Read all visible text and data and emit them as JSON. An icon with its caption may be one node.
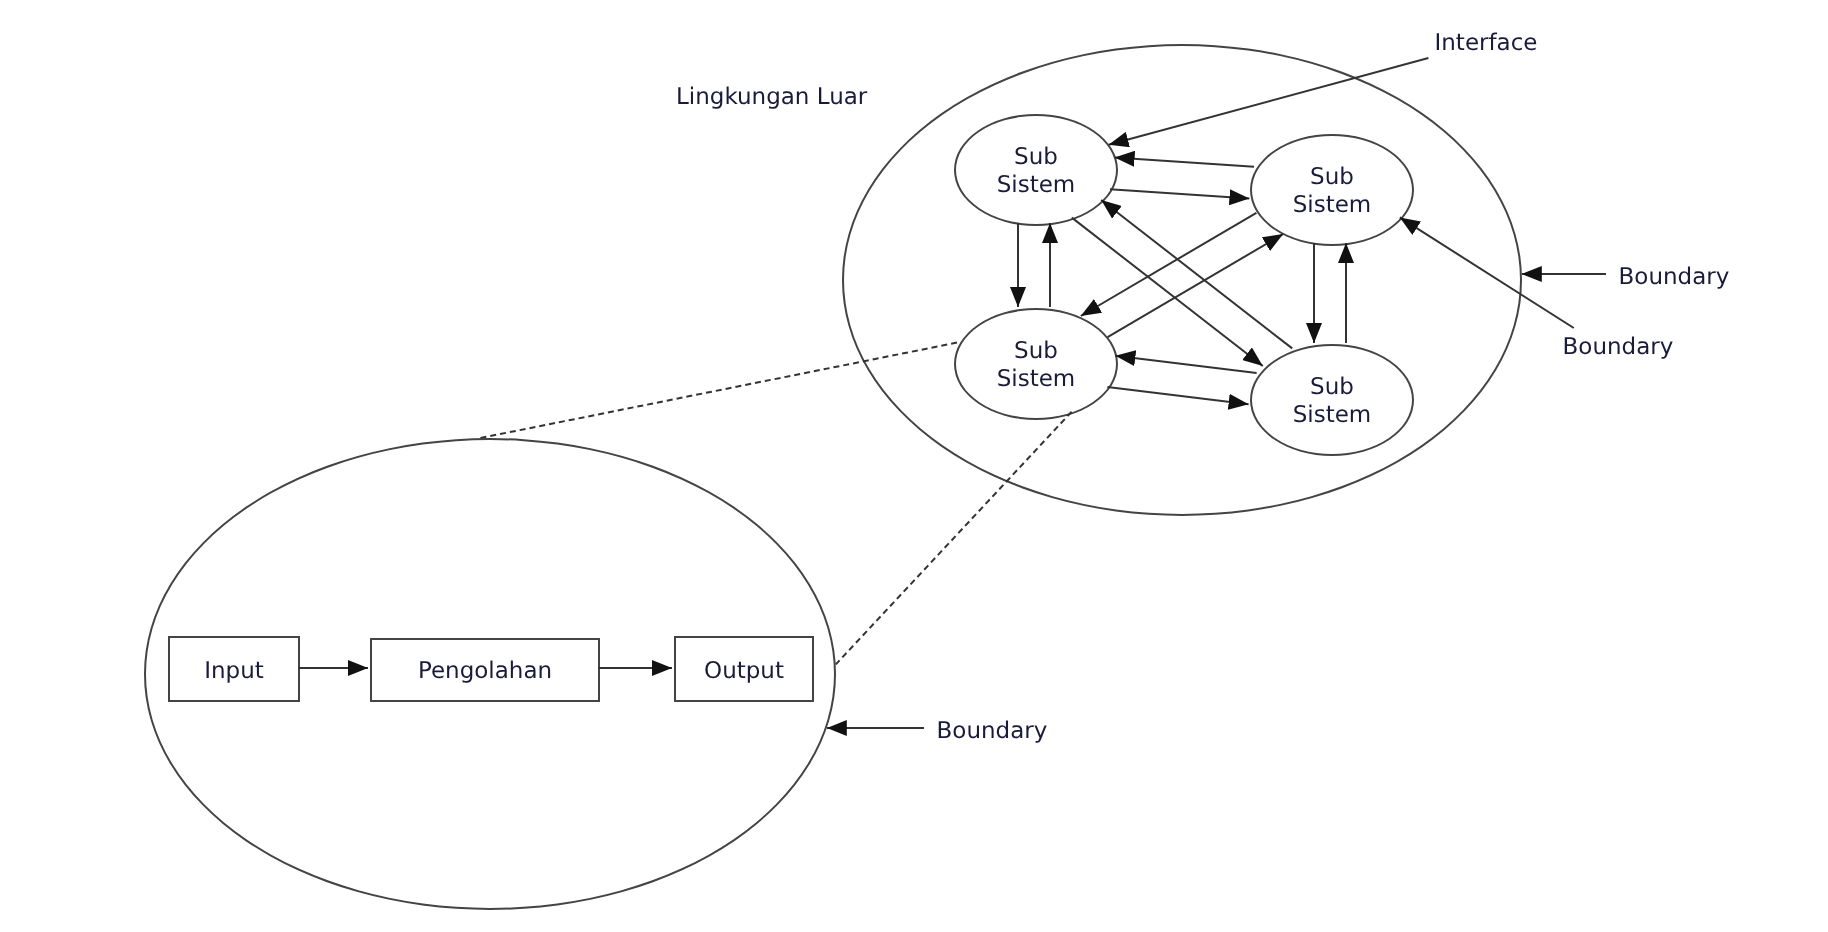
{
  "diagram": {
    "nodes": [
      {
        "text": [],
        "shape": "circle"
      },
      {
        "text": [
          "Sub Sistem"
        ],
        "in": 0
      },
      {
        "text": [
          "Sub Sistem"
        ],
        "in": 0
      },
      {
        "text": [
          "Sub Sistem"
        ],
        "in": 0
      },
      {
        "text": [
          "Sub Sistem"
        ],
        "in": 0
      },
      {
        "text": [
          "Interface"
        ]
      },
      {
        "text": [
          "Boundary"
        ]
      },
      {
        "text": [
          "Boundary"
        ]
      },
      {
        "text": [],
        "shape": "circle"
      },
      {
        "text": [
          "Input"
        ],
        "in": 8
      },
      {
        "text": [
          "Pengolahan"
        ],
        "in": 8
      },
      {
        "text": [
          "Output"
        ],
        "in": 8
      },
      {
        "text": [
          "Boundary"
        ]
      }
    ],
    "edges": [
      {
        "from": 5,
        "to": 1,
        "arrow": "to"
      },
      {
        "from": 1,
        "to": 2,
        "arrow": "to"
      },
      {
        "from": 2,
        "to": 1,
        "arrow": "to"
      },
      {
        "from": 1,
        "to": 3,
        "arrow": "to"
      },
      {
        "from": 3,
        "to": 1,
        "arrow": "to"
      },
      {
        "from": 1,
        "to": 4,
        "arrow": "to"
      },
      {
        "from": 4,
        "to": 1,
        "arrow": "to"
      },
      {
        "from": 2,
        "to": 3,
        "arrow": "to"
      },
      {
        "from": 3,
        "to": 2,
        "arrow": "to"
      },
      {
        "from": 2,
        "to": 4,
        "arrow": "to"
      },
      {
        "from": 4,
        "to": 2,
        "arrow": "to"
      },
      {
        "from": 3,
        "to": 4,
        "arrow": "to"
      },
      {
        "from": 4,
        "to": 3,
        "arrow": "to"
      },
      {
        "from": 6,
        "to": 0,
        "arrow": "to"
      },
      {
        "from": 7,
        "to": 2,
        "arrow": "to"
      },
      {
        "from": 3,
        "to": 8,
        "arrow": "none",
        "style": "dashed"
      },
      {
        "from": 3,
        "to": 8,
        "arrow": "none",
        "style": "dashed"
      },
      {
        "from": 9,
        "to": 10,
        "arrow": "to"
      },
      {
        "from": 10,
        "to": 11,
        "arrow": "to"
      },
      {
        "from": 12,
        "to": 8,
        "arrow": "to"
      }
    ],
    "labels": [
      "Lingkungan Luar"
    ]
  }
}
